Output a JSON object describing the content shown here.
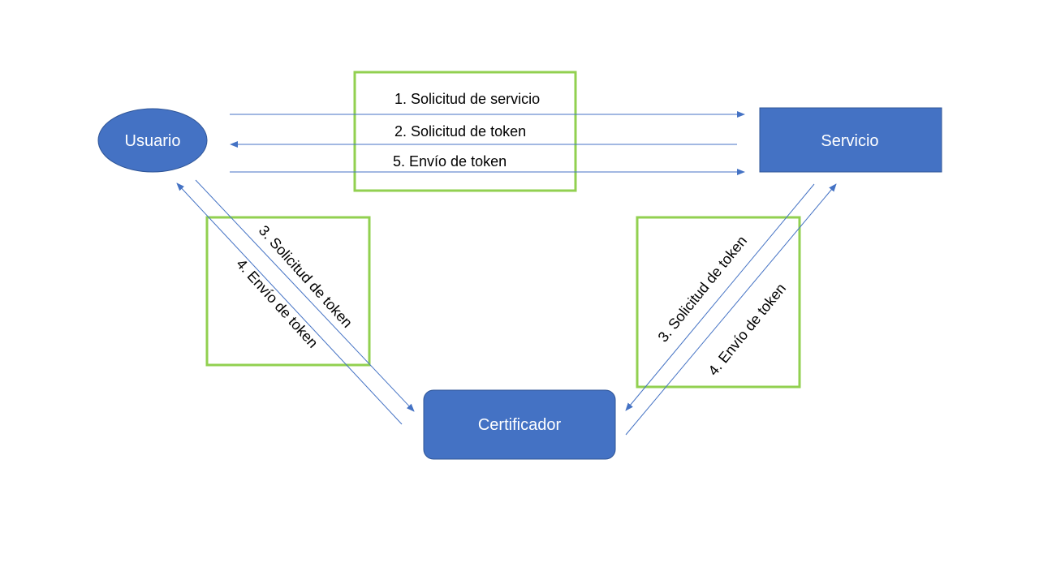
{
  "nodes": {
    "usuario": "Usuario",
    "servicio": "Servicio",
    "certificador": "Certificador"
  },
  "messages": {
    "top": {
      "m1": "1. Solicitud de servicio",
      "m2": "2. Solicitud de token",
      "m5": "5. Envío de token"
    },
    "left": {
      "m3": "3. Solicitud de token",
      "m4": "4. Envío de token"
    },
    "right": {
      "m3": "3. Solicitud de token",
      "m4": "4. Envío de token"
    }
  },
  "colors": {
    "node_fill": "#4472C4",
    "node_stroke": "#2F5597",
    "arrow": "#4472C4",
    "highlight_box": "#92D050"
  }
}
